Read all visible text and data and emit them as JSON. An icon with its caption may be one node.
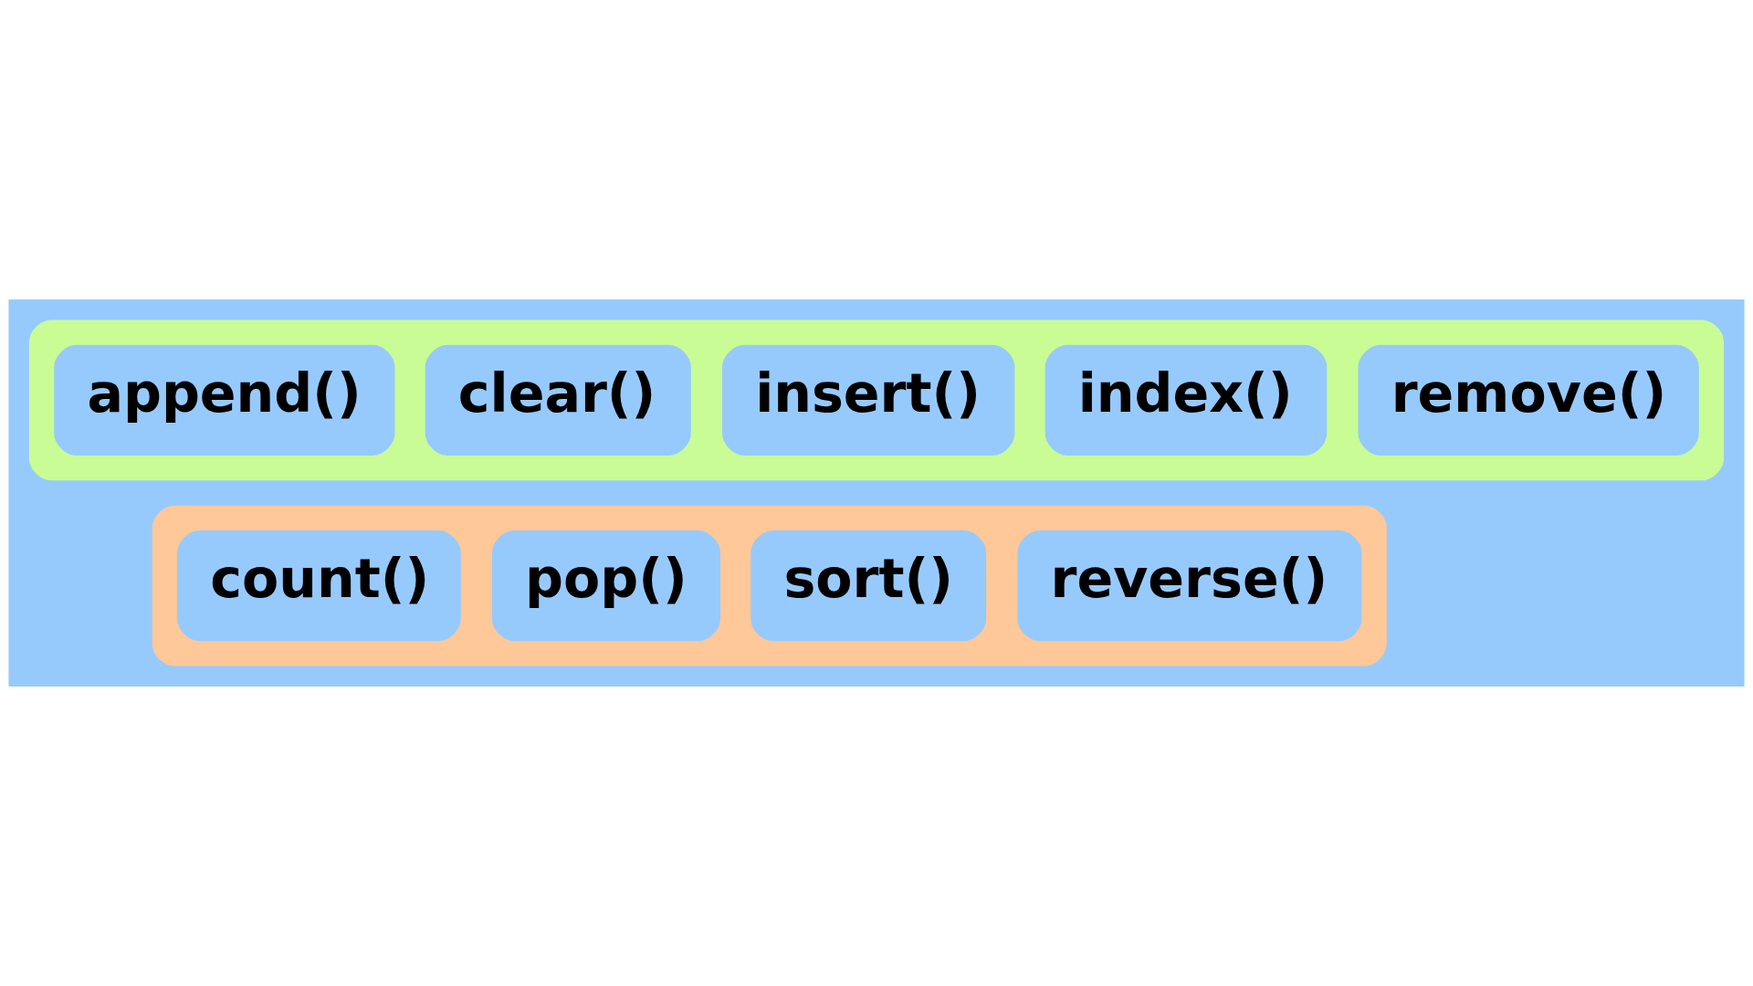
{
  "diagram": {
    "nodes": [
      {
        "text": [],
        "shape": "box"
      },
      {
        "text": [
          "append()"
        ],
        "in": 0
      },
      {
        "text": [
          "clear()"
        ],
        "in": 0
      },
      {
        "text": [
          "insert()"
        ],
        "in": 0
      },
      {
        "text": [
          "index()"
        ],
        "in": 0
      },
      {
        "text": [
          "remove()"
        ],
        "in": 0
      },
      {
        "text": [],
        "shape": "box"
      },
      {
        "text": [
          "count()"
        ],
        "in": 6
      },
      {
        "text": [
          "pop()"
        ],
        "in": 6
      },
      {
        "text": [
          "sort()"
        ],
        "in": 6
      },
      {
        "text": [
          "reverse()"
        ],
        "in": 6
      }
    ],
    "edges": []
  }
}
